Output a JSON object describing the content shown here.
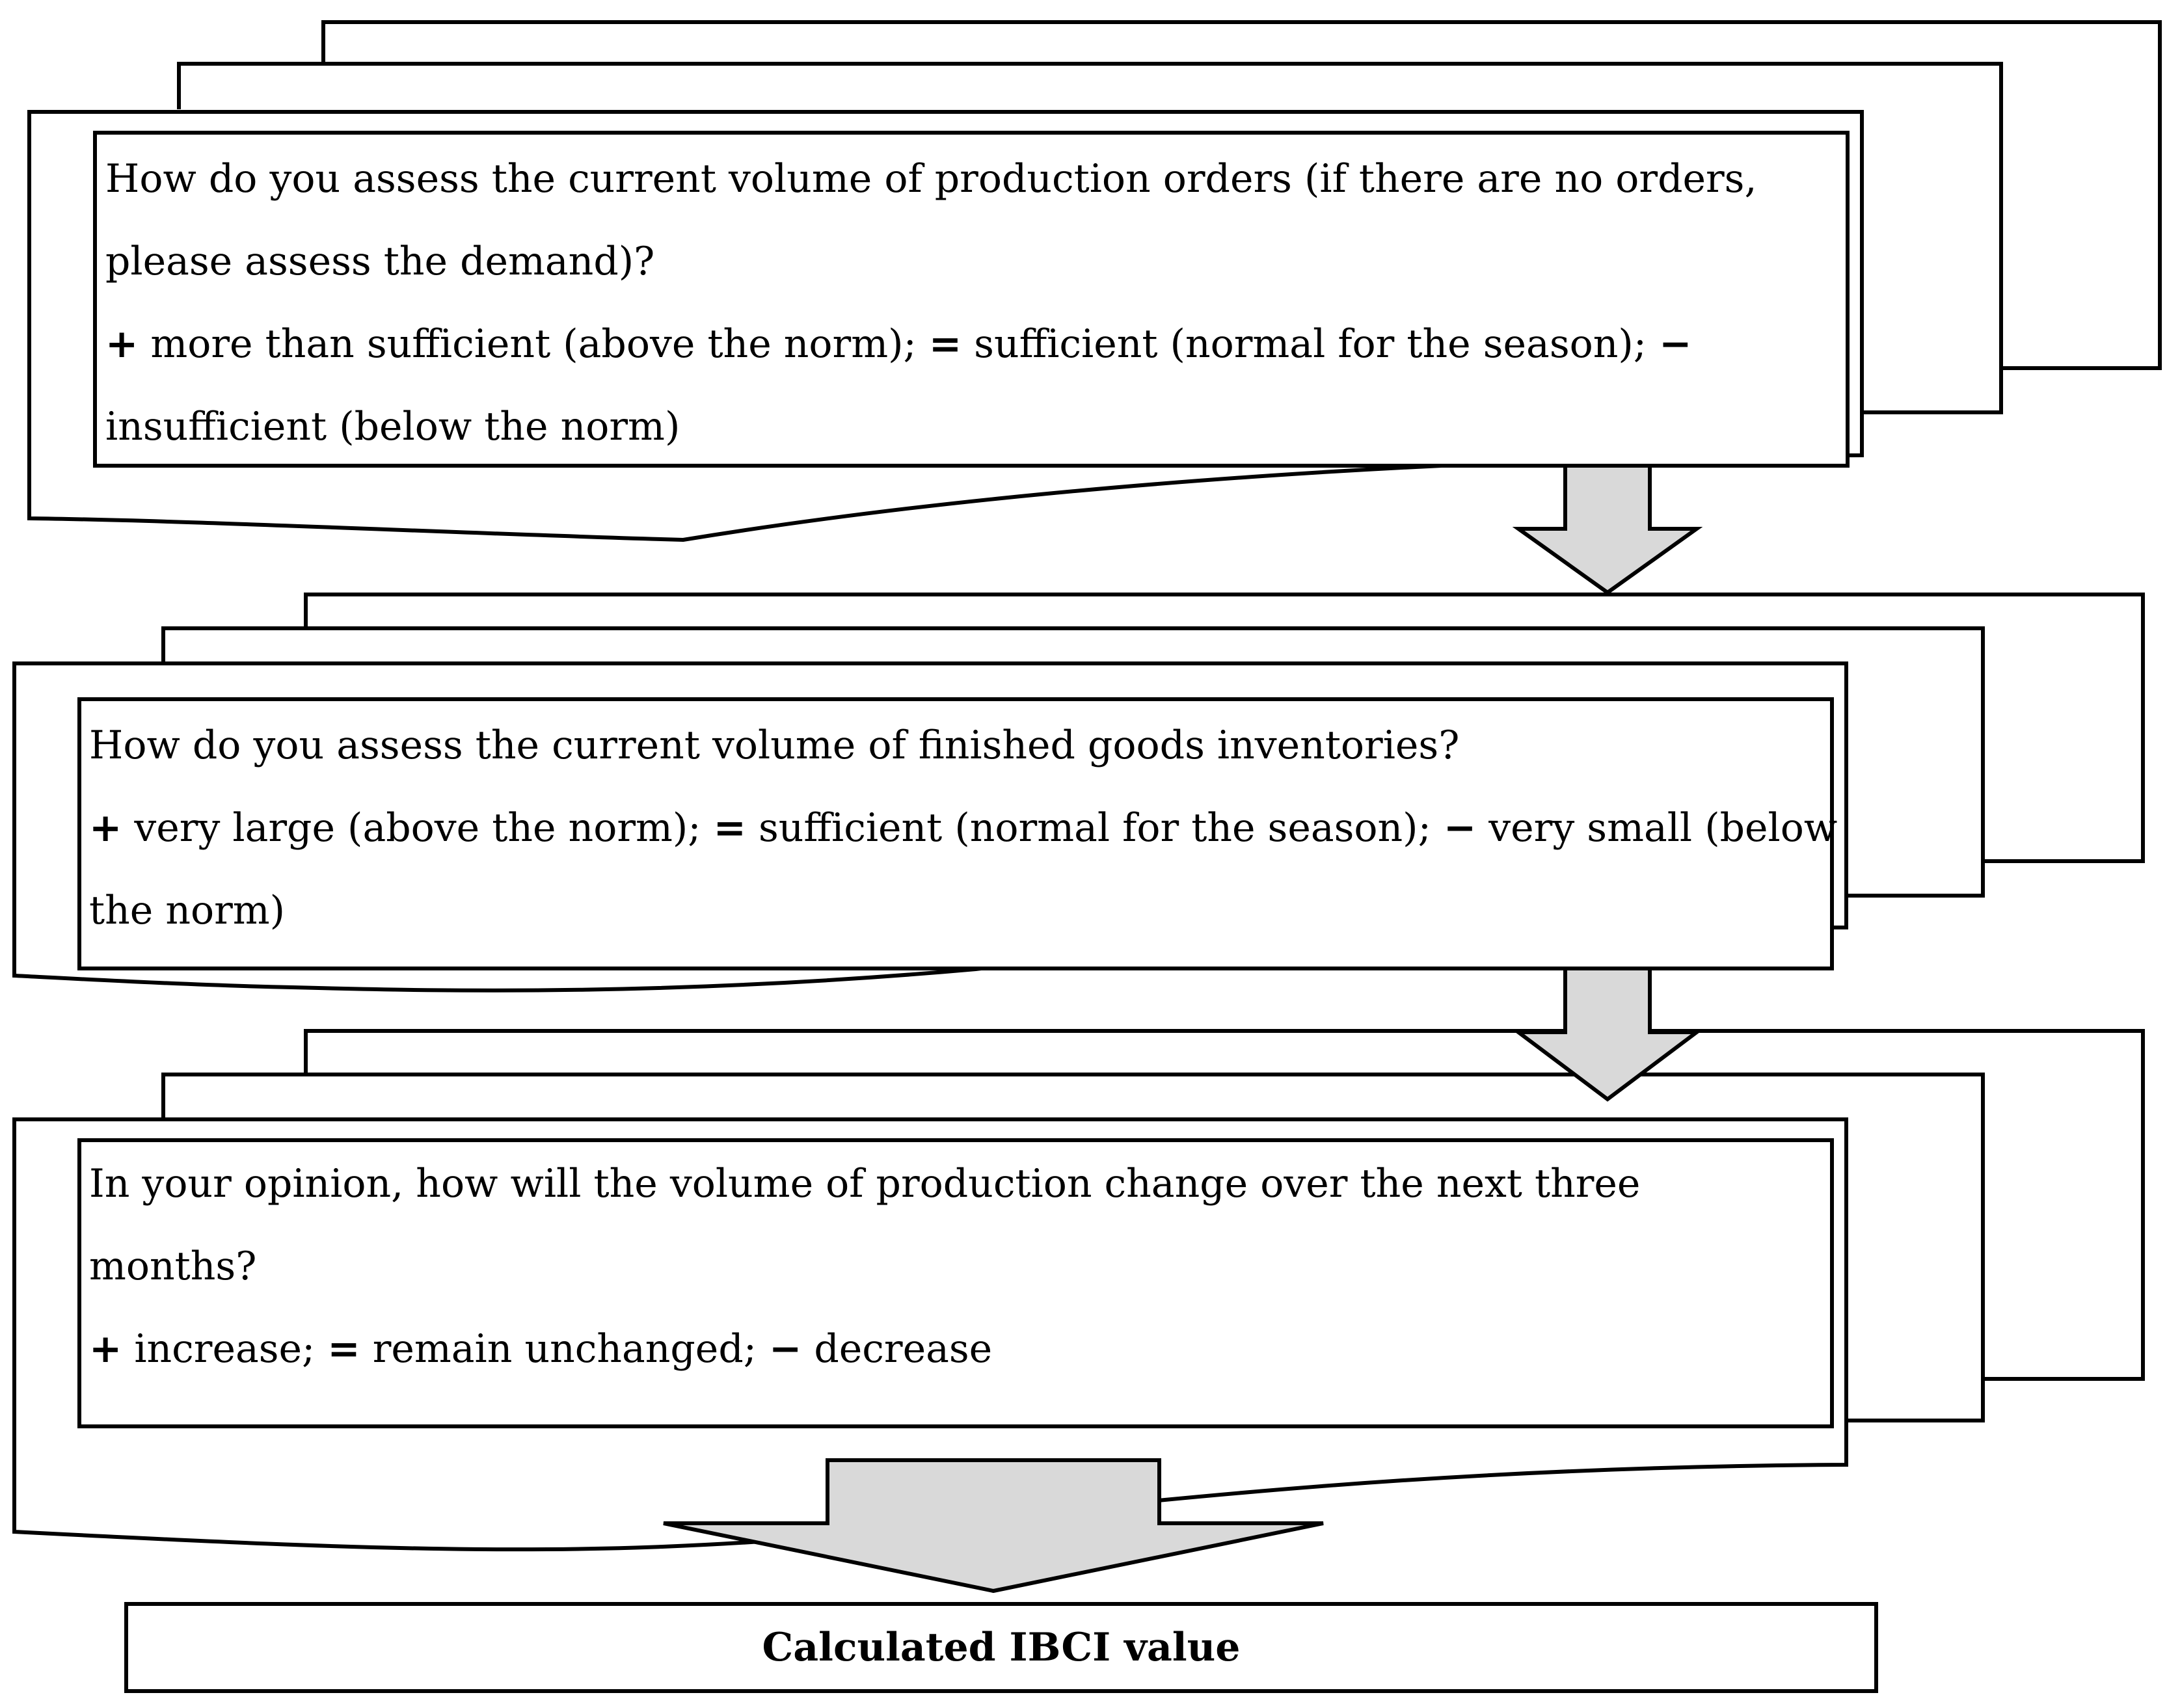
{
  "questions": [
    {
      "lines": [
        "How do you assess the current volume of production orders (if there are no orders,",
        "please assess the demand)?"
      ],
      "options": [
        {
          "symbol": "+",
          "text": " more than sufficient (above the norm); "
        },
        {
          "symbol": "=",
          "text": " sufficient (normal for the season); "
        },
        {
          "symbol": "−",
          "text": ""
        }
      ],
      "options_cont": "insufficient (below the norm)"
    },
    {
      "lines": [
        "How do you assess the current volume of finished goods inventories?"
      ],
      "options": [
        {
          "symbol": "+",
          "text": " very large (above the norm); "
        },
        {
          "symbol": "=",
          "text": " sufficient (normal for the season); "
        },
        {
          "symbol": "−",
          "text": " very small (below"
        }
      ],
      "options_cont": "the norm)"
    },
    {
      "lines": [
        "In your opinion, how will the volume of production change over the next three",
        "months?"
      ],
      "options": [
        {
          "symbol": "+",
          "text": " increase; "
        },
        {
          "symbol": "=",
          "text": " remain unchanged; "
        },
        {
          "symbol": "−",
          "text": " decrease"
        }
      ],
      "options_cont": ""
    }
  ],
  "result": {
    "label": "Calculated IBCI value"
  },
  "colors": {
    "stroke": "#000000",
    "arrow_fill": "#d9d9d9",
    "background": "#ffffff"
  }
}
